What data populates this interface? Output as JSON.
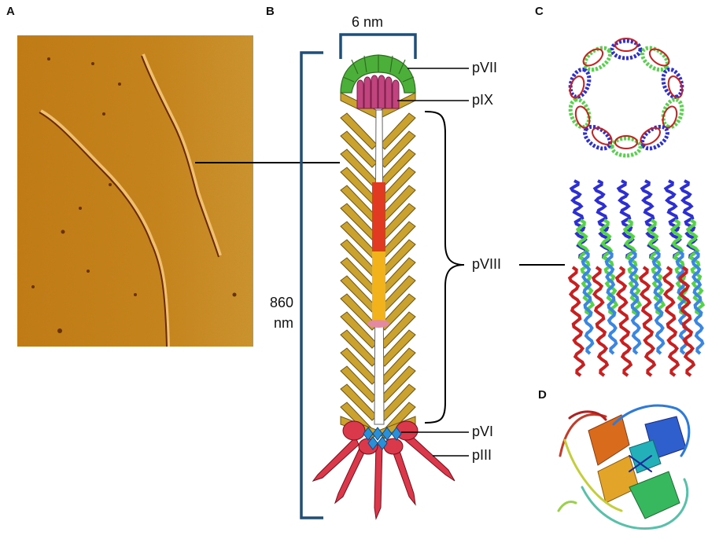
{
  "panels": {
    "a": "A",
    "b": "B",
    "c": "C",
    "d": "D"
  },
  "labels": {
    "width": "6 nm",
    "length_value": "860",
    "length_unit": "nm",
    "pVII": "pVII",
    "pIX": "pIX",
    "pVIII": "pVIII",
    "pVI": "pVI",
    "pIII": "pIII"
  },
  "colors": {
    "afm_background": "#c47a12",
    "bracket": "#1f4e79",
    "pVIII": "#c9a230",
    "pVII": "#4caf3a",
    "pIX": "#c2447e",
    "pIII": "#d9394a",
    "pVI": "#2b8fd8",
    "dna_red": "#e03a22",
    "dna_orange": "#f2b21c",
    "helix_blue": "#2d2fd0",
    "helix_green": "#55d24a",
    "helix_red": "#c82020"
  }
}
